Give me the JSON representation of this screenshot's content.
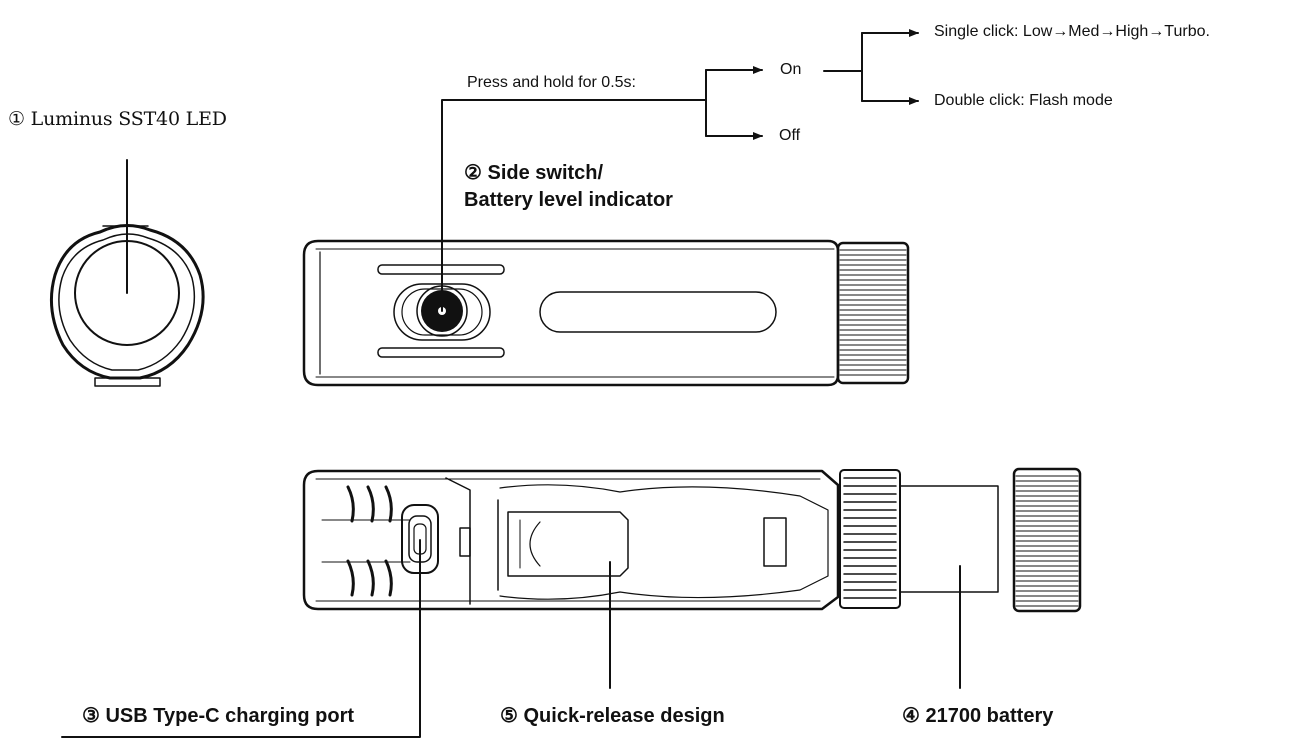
{
  "labels": {
    "led": "① Luminus SST40 LED",
    "switch_line1": "② Side switch/",
    "switch_line2": "Battery level indicator",
    "press_hold": "Press and hold for 0.5s:",
    "on": "On",
    "off": "Off",
    "single_click": "Single click: Low→Med→High→Turbo.",
    "double_click": "Double click: Flash mode",
    "usb": "③ USB Type-C charging port",
    "quick_release": "⑤ Quick-release design",
    "battery": "④ 21700 battery"
  },
  "colors": {
    "ink": "#111111",
    "background": "#ffffff"
  }
}
